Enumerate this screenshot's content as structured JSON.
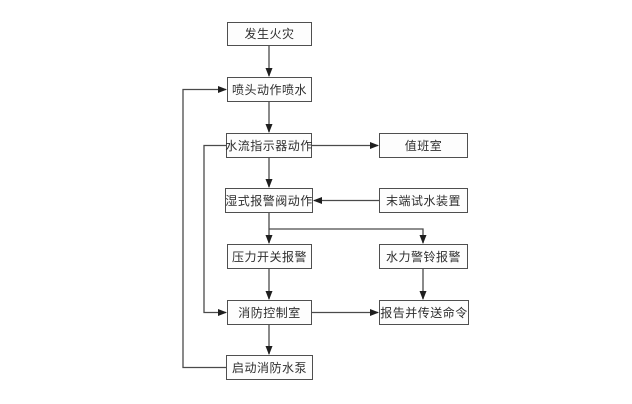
{
  "diagram": {
    "background": "#ffffff",
    "line_color": "#4a4a4a",
    "box_border_color": "#4f4f4f",
    "text_color": "#2e2e2e",
    "nodes": [
      {
        "id": "fire-occurs",
        "label": "发生火灾"
      },
      {
        "id": "sprinkler-sprays",
        "label": "喷头动作喷水"
      },
      {
        "id": "water-flow-indicator",
        "label": "水流指示器动作"
      },
      {
        "id": "duty-room",
        "label": "值班室"
      },
      {
        "id": "wet-alarm-valve",
        "label": "湿式报警阀动作"
      },
      {
        "id": "end-test-water-device",
        "label": "末端试水装置"
      },
      {
        "id": "pressure-switch-alarm",
        "label": "压力开关报警"
      },
      {
        "id": "hydraulic-bell-alarm",
        "label": "水力警铃报警"
      },
      {
        "id": "fire-control-room",
        "label": "消防控制室"
      },
      {
        "id": "report-transmit-command",
        "label": "报告并传送命令"
      },
      {
        "id": "start-fire-pump",
        "label": "启动消防水泵"
      }
    ],
    "edges": [
      {
        "from": "fire-occurs",
        "to": "sprinkler-sprays"
      },
      {
        "from": "sprinkler-sprays",
        "to": "water-flow-indicator"
      },
      {
        "from": "water-flow-indicator",
        "to": "duty-room"
      },
      {
        "from": "water-flow-indicator",
        "to": "wet-alarm-valve"
      },
      {
        "from": "end-test-water-device",
        "to": "wet-alarm-valve"
      },
      {
        "from": "wet-alarm-valve",
        "to": "pressure-switch-alarm"
      },
      {
        "from": "wet-alarm-valve",
        "to": "hydraulic-bell-alarm"
      },
      {
        "from": "pressure-switch-alarm",
        "to": "fire-control-room"
      },
      {
        "from": "hydraulic-bell-alarm",
        "to": "report-transmit-command"
      },
      {
        "from": "fire-control-room",
        "to": "report-transmit-command"
      },
      {
        "from": "fire-control-room",
        "to": "start-fire-pump"
      },
      {
        "from": "water-flow-indicator",
        "to": "fire-control-room"
      },
      {
        "from": "start-fire-pump",
        "to": "sprinkler-sprays"
      }
    ]
  }
}
